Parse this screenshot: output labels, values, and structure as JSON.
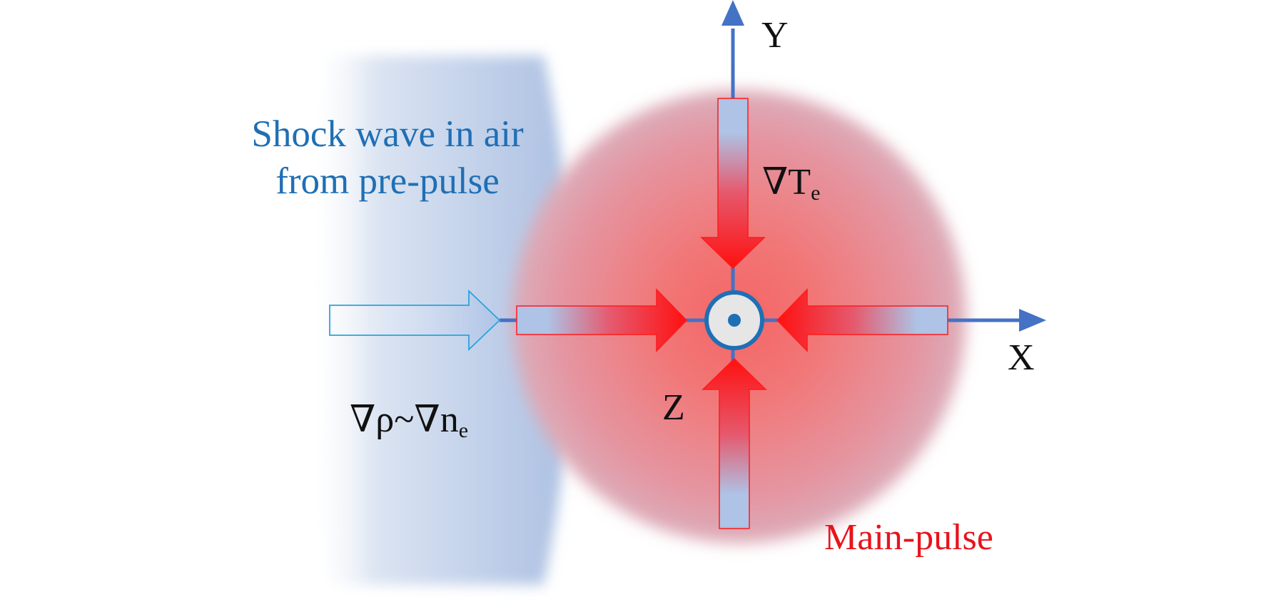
{
  "labels": {
    "shock_line1": "Shock wave in air",
    "shock_line2": "from pre-pulse",
    "main_pulse": "Main-pulse",
    "axis_x": "X",
    "axis_y": "Y",
    "axis_z": "Z",
    "grad_T_main": "∇T",
    "grad_T_sub": "e",
    "grad_rho_main": "∇ρ~∇n",
    "grad_rho_sub": "e"
  },
  "colors": {
    "shock_text": "#1f6fb5",
    "main_pulse_text": "#e8141c",
    "axis": "#4472c4",
    "arrow_red": "#ff1a1a",
    "arrow_blue": "#aec3e6",
    "sphere_center": "#f26a6a",
    "shock_band": "#b0c3e3"
  },
  "icons": {
    "z_axis_marker": "out-of-page-dot-icon"
  }
}
